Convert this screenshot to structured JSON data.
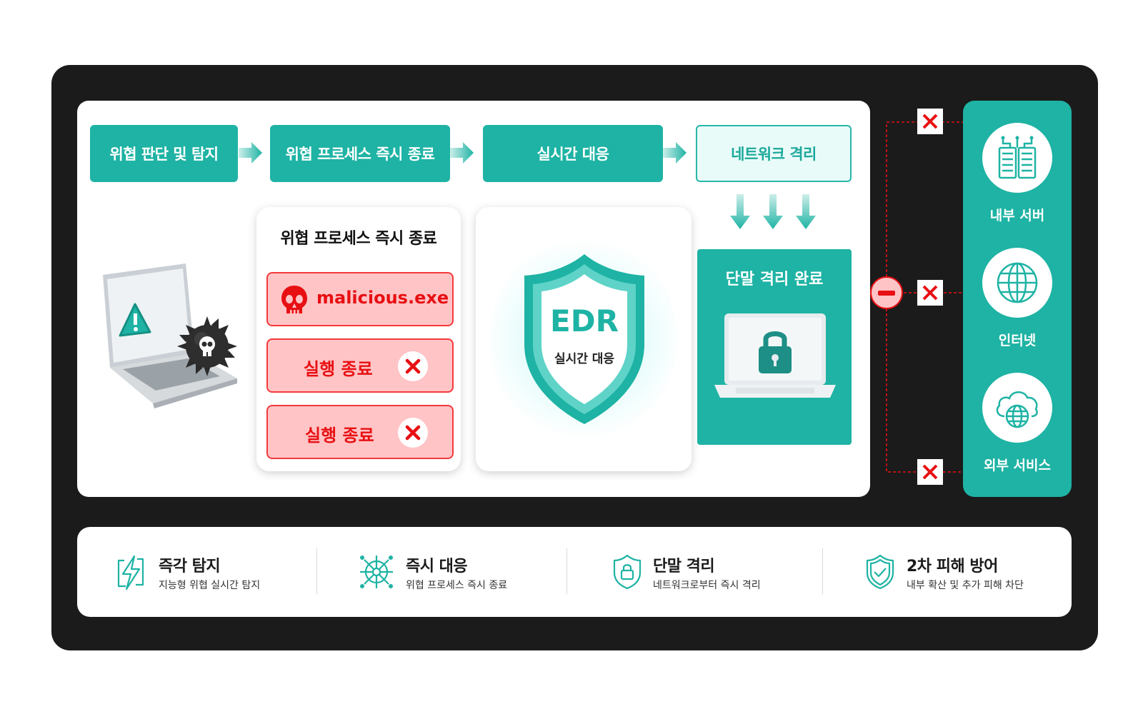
{
  "flow": {
    "step1": "위협 판단 및 탐지",
    "step2": "위협 프로세스 즉시 종료",
    "step3": "실시간 대응",
    "step4": "네트워크 격리"
  },
  "process_card": {
    "title": "위협 프로세스 즉시 종료",
    "file": "malicious.exe",
    "kill1": "실행 종료",
    "kill2": "실행 종료"
  },
  "edr": {
    "title": "EDR",
    "subtitle": "실시간 대응"
  },
  "isolation": {
    "title": "단말 격리 완료"
  },
  "resources": [
    {
      "label": "내부 서버",
      "icon": "server-icon"
    },
    {
      "label": "인터넷",
      "icon": "globe-icon"
    },
    {
      "label": "외부 서비스",
      "icon": "cloud-icon"
    }
  ],
  "features": [
    {
      "title": "즉각 탐지",
      "desc": "지능형 위협 실시간 탐지",
      "icon": "lightning-icon"
    },
    {
      "title": "즉시 대응",
      "desc": "위협 프로세스 즉시 종료",
      "icon": "target-icon"
    },
    {
      "title": "단말 격리",
      "desc": "네트워크로부터 즉시 격리",
      "icon": "lock-shield-icon"
    },
    {
      "title": "2차 피해 방어",
      "desc": "내부 확산 및 추가 피해 차단",
      "icon": "check-shield-icon"
    }
  ],
  "colors": {
    "accent": "#1eb3a4",
    "danger": "#e80f12",
    "frame": "#1b1b1b"
  }
}
